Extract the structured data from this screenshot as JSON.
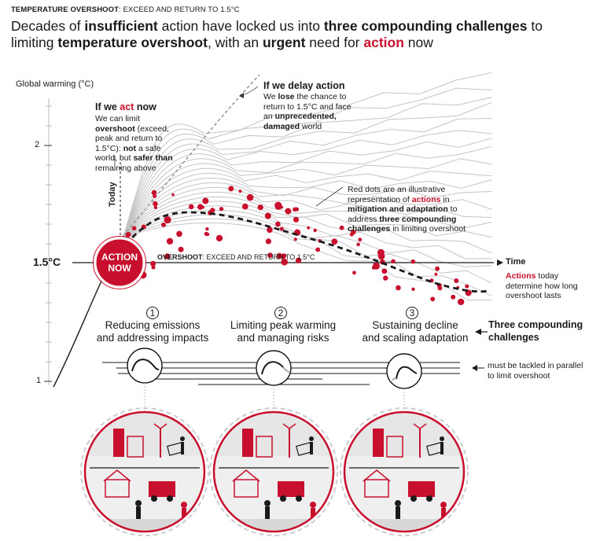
{
  "header": {
    "kicker_bold": "TEMPERATURE OVERSHOOT",
    "kicker_rest": ": EXCEED AND RETURN TO 1.5°C",
    "headline": [
      {
        "t": "Decades of ",
        "b": false,
        "r": false
      },
      {
        "t": "insufficient",
        "b": true,
        "r": false
      },
      {
        "t": " action have locked us into ",
        "b": false,
        "r": false
      },
      {
        "t": "three compounding challenges",
        "b": true,
        "r": false
      },
      {
        "t": " to limiting ",
        "b": false,
        "r": false
      },
      {
        "t": "temperature overshoot",
        "b": true,
        "r": false
      },
      {
        "t": ", with an ",
        "b": false,
        "r": false
      },
      {
        "t": "urgent",
        "b": true,
        "r": false
      },
      {
        "t": " need for ",
        "b": false,
        "r": false
      },
      {
        "t": "action",
        "b": true,
        "r": true
      },
      {
        "t": " now",
        "b": false,
        "r": false
      }
    ]
  },
  "axis": {
    "ylabel": "Global warming (°C)",
    "tick_2": "2",
    "tick_15": "1.5°C",
    "tick_1": "1",
    "time_label": "Time",
    "today_label": "Today"
  },
  "action_badge": {
    "line1": "ACTION",
    "line2": "NOW"
  },
  "overshoot_label": {
    "bold": "OVERSHOOT",
    "rest": ": EXCEED AND RETURN TO 1.5°C"
  },
  "act_now": {
    "title_pre": "If we ",
    "title_red": "act",
    "title_post": " now",
    "body": [
      {
        "t": "We can limit ",
        "b": false
      },
      {
        "t": "overshoot",
        "b": true
      },
      {
        "t": " (exceed, peak and return to 1.5°C): ",
        "b": false
      },
      {
        "t": "not",
        "b": true
      },
      {
        "t": " a safe world, but ",
        "b": false
      },
      {
        "t": "safer than",
        "b": true
      },
      {
        "t": " remaining above",
        "b": false
      }
    ]
  },
  "delay": {
    "title": "If we delay action",
    "body": [
      {
        "t": "We ",
        "b": false
      },
      {
        "t": "lose",
        "b": true
      },
      {
        "t": " the chance to return to 1.5°C and face an ",
        "b": false
      },
      {
        "t": "unprecedented, damaged",
        "b": true
      },
      {
        "t": " world",
        "b": false
      }
    ]
  },
  "red_dots_note": [
    {
      "t": "Red dots are an illustrative representation of ",
      "b": false,
      "r": false
    },
    {
      "t": "actions",
      "b": true,
      "r": true
    },
    {
      "t": " in ",
      "b": false,
      "r": false
    },
    {
      "t": "mitigation and adaptation",
      "b": true,
      "r": false
    },
    {
      "t": " to address ",
      "b": false,
      "r": false
    },
    {
      "t": "three compounding challenges",
      "b": true,
      "r": false
    },
    {
      "t": " in limiting overshoot",
      "b": false,
      "r": false
    }
  ],
  "actions_today": {
    "red": "Actions",
    "rest": " today determine how long overshoot lasts"
  },
  "challenges": [
    {
      "num": "1",
      "line1": "Reducing emissions",
      "line2": "and addressing impacts"
    },
    {
      "num": "2",
      "line1": "Limiting peak warming",
      "line2": "and managing risks"
    },
    {
      "num": "3",
      "line1": "Sustaining decline",
      "line2": "and scaling adaptation"
    }
  ],
  "three_label": {
    "line1": "Three compounding",
    "line2": "challenges"
  },
  "parallel_note": {
    "line1": "must be tackled in parallel",
    "line2": "to limit overshoot"
  },
  "colors": {
    "accent": "#c8102e",
    "grey_line": "#c4c4c4",
    "text": "#1a1a1a",
    "panel": "#e6e6e6"
  }
}
